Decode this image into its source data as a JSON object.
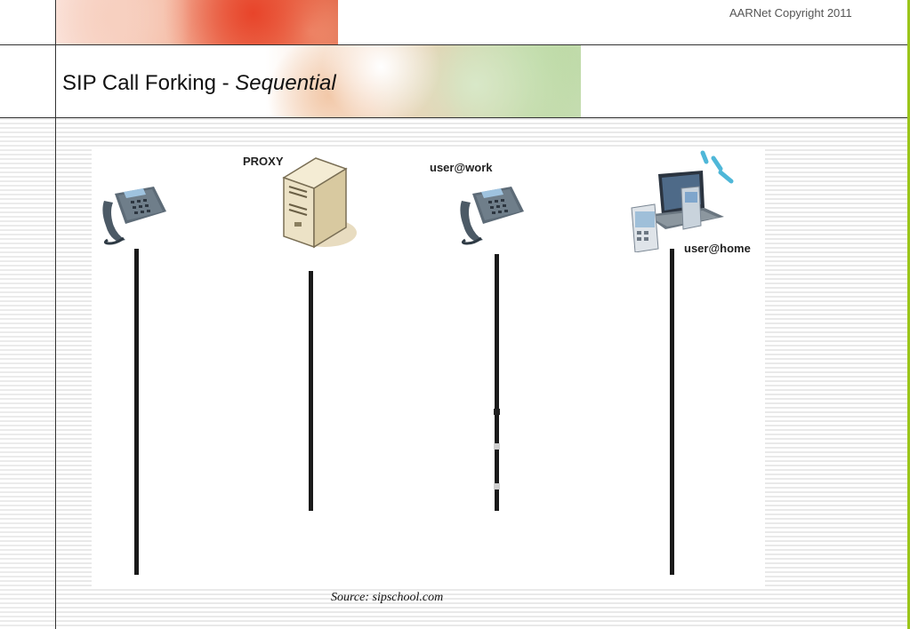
{
  "header": {
    "copyright": "AARNet Copyright 2011",
    "title_main": "SIP Call Forking - ",
    "title_italic": "Sequential"
  },
  "diagram": {
    "participants": [
      {
        "id": "caller",
        "label": "",
        "icon": "desk-phone-icon"
      },
      {
        "id": "proxy",
        "label": "PROXY",
        "icon": "server-icon"
      },
      {
        "id": "work",
        "label": "user@work",
        "icon": "desk-phone-icon"
      },
      {
        "id": "home",
        "label": "user@home",
        "icon": "laptop-pda-icon"
      }
    ]
  },
  "footer": {
    "source": "Source: sipschool.com"
  },
  "colors": {
    "accent_green": "#9bc51a",
    "lifeline": "#1a1a1a"
  }
}
